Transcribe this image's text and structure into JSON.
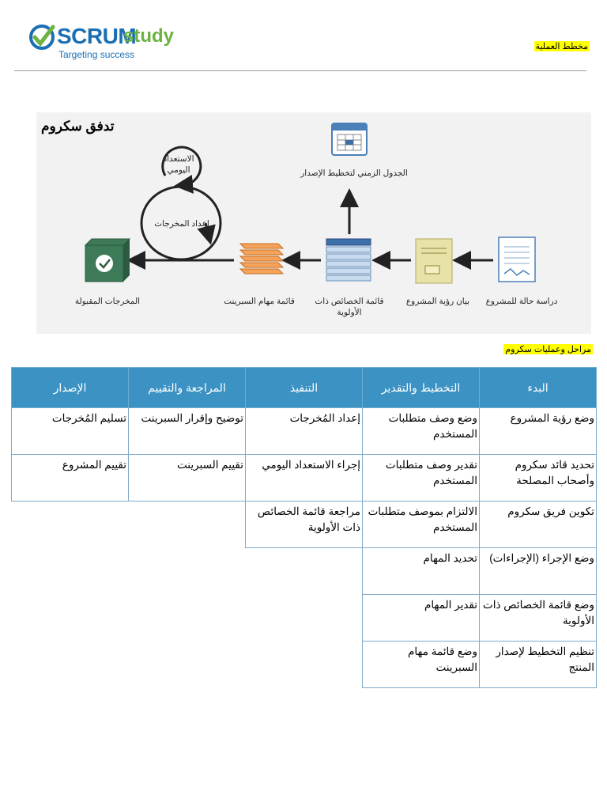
{
  "header": {
    "logo_scrum": "SCRUM",
    "logo_study": "study",
    "tagline": "Targeting success",
    "doc_title": "مخطط العملية"
  },
  "diagram": {
    "title": "تدفق سكروم",
    "labels": {
      "project_business_case": "دراسة حالة للمشروع",
      "project_vision_statement": "بيان رؤية المشروع",
      "prioritized_product_backlog": "قائمة الخصائص ذات الأولوية",
      "sprint_backlog": "قائمة مهام السبرينت",
      "accepted_deliverables": "المخرجات المقبولة",
      "release_planning_schedule": "الجدول الزمني لتخطيط الإصدار",
      "create_deliverables": "إعداد المخرجات",
      "daily_standup": "الاستعداد اليومي"
    }
  },
  "section2_title": "مراحل وعمليات سكروم",
  "table": {
    "headers": [
      "البدء",
      "التخطيط والتقدير",
      "التنفيذ",
      "المراجعة والتقييم",
      "الإصدار"
    ],
    "rows": [
      [
        "وضع رؤية المشروع",
        "وضع وصف متطلبات المستخدم",
        "إعداد المُخرجات",
        "توضيح وإقرار السبرينت",
        "تسليم المُخرجات"
      ],
      [
        "تحديد قائد سكروم وأصحاب المصلحة",
        "تقدير وصف متطلبات المستخدم",
        "إجراء الاستعداد اليومي",
        "تقييم السبرينت",
        "تقييم المشروع"
      ],
      [
        "تكوين فريق سكروم",
        "الالتزام بموصف متطلبات المستخدم",
        "مراجعة قائمة الخصائص ذات الأولوية",
        "",
        ""
      ],
      [
        "وضع الإجراء (الإجراءات)",
        "تحديد المهام",
        "",
        "",
        ""
      ],
      [
        "وضع قائمة الخصائص ذات الأولوية",
        "تقدير المهام",
        "",
        "",
        ""
      ],
      [
        "تنظيم التخطيط لإصدار المنتج",
        "وضع قائمة مهام السبرينت",
        "",
        "",
        ""
      ]
    ]
  },
  "colors": {
    "header_bg": "#3b92c3",
    "highlight": "#ffff00",
    "brand_blue": "#1a6fb3",
    "brand_green": "#6cb33f"
  }
}
